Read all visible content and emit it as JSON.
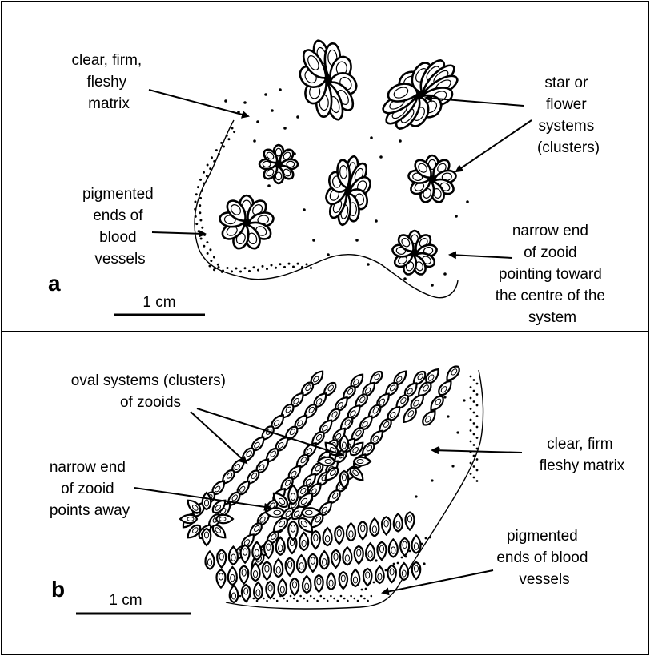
{
  "panel_a": {
    "letter": "a",
    "scale_label": "1 cm",
    "labels": {
      "matrix": [
        "clear, firm,",
        "fleshy",
        "matrix"
      ],
      "systems": [
        "star or",
        "flower",
        "systems",
        "(clusters)"
      ],
      "pigmented": [
        "pigmented",
        "ends of",
        "blood",
        "vessels"
      ],
      "narrow_end": [
        "narrow end",
        "of zooid",
        "pointing toward",
        "the centre of the",
        "system"
      ]
    }
  },
  "panel_b": {
    "letter": "b",
    "scale_label": "1 cm",
    "labels": {
      "oval_systems": [
        "oval systems (clusters)",
        "of zooids"
      ],
      "narrow_end": [
        "narrow end",
        "of zooid",
        "points away"
      ],
      "matrix": [
        "clear, firm",
        "fleshy matrix"
      ],
      "pigmented": [
        "pigmented",
        "ends of blood",
        "vessels"
      ]
    }
  },
  "colors": {
    "ink": "#000000",
    "paper": "#ffffff"
  }
}
